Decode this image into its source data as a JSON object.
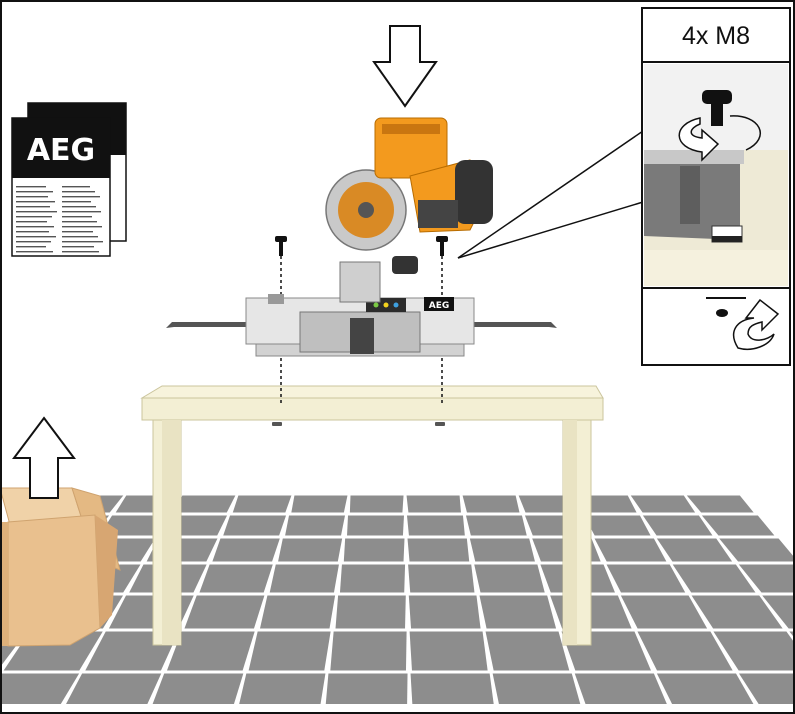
{
  "manual": {
    "brand": "AEG"
  },
  "saw": {
    "badge": "AEG"
  },
  "inset": {
    "label": "4x M8"
  },
  "colors": {
    "saw_orange": "#F39A1E",
    "table_top": "#F3EFD4",
    "floor_tile": "#8D8D8D",
    "box": "#E9C08E",
    "manual_black": "#111111"
  },
  "icons": [
    "down-arrow-icon",
    "up-arrow-icon",
    "rotate-clockwise-icon",
    "rotate-counterclockwise-icon",
    "bolt-icon",
    "nut-icon"
  ]
}
